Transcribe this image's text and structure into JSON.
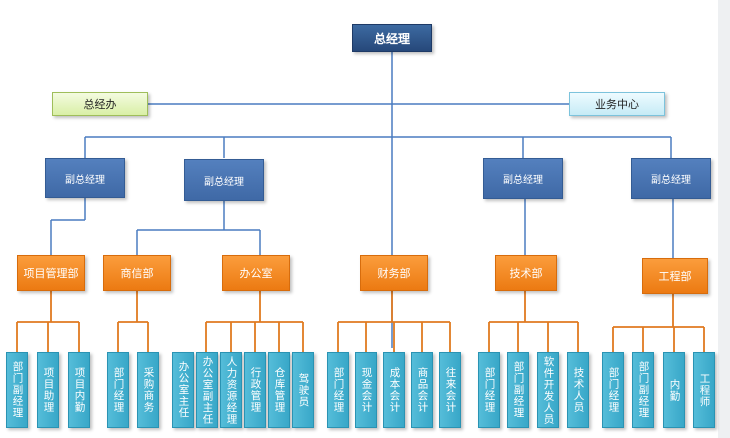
{
  "top": {
    "ceo": "总经理",
    "left_staff": "总经办",
    "right_staff": "业务中心"
  },
  "vps": [
    "副总经理",
    "副总经理",
    "副总经理",
    "副总经理"
  ],
  "departments": [
    {
      "name": "项目管理部",
      "roles": [
        "部门副经理",
        "项目助理",
        "项目内勤"
      ]
    },
    {
      "name": "商信部",
      "roles": [
        "部门经理",
        "采购商务"
      ]
    },
    {
      "name": "办公室",
      "roles": [
        "办公室主任",
        "办公室副主任",
        "人力资源经理",
        "行政管理",
        "仓库管理",
        "驾驶员"
      ]
    },
    {
      "name": "财务部",
      "roles": [
        "部门经理",
        "现金会计",
        "成本会计",
        "商品会计",
        "往来会计"
      ]
    },
    {
      "name": "技术部",
      "roles": [
        "部门经理",
        "部门副经理",
        "软件开发人员",
        "技术人员"
      ]
    },
    {
      "name": "工程部",
      "roles": [
        "部门经理",
        "部门副经理",
        "内勤",
        "工程师"
      ]
    }
  ],
  "colors": {
    "line": "#4a7cc0",
    "orange_line": "#e07a20",
    "ceo": "#2e5590",
    "vp": "#4a74b0",
    "dept": "#f28c28",
    "leaf": "#45b0d0",
    "green": "#e6f5c0",
    "cyan": "#d6f1fa"
  }
}
